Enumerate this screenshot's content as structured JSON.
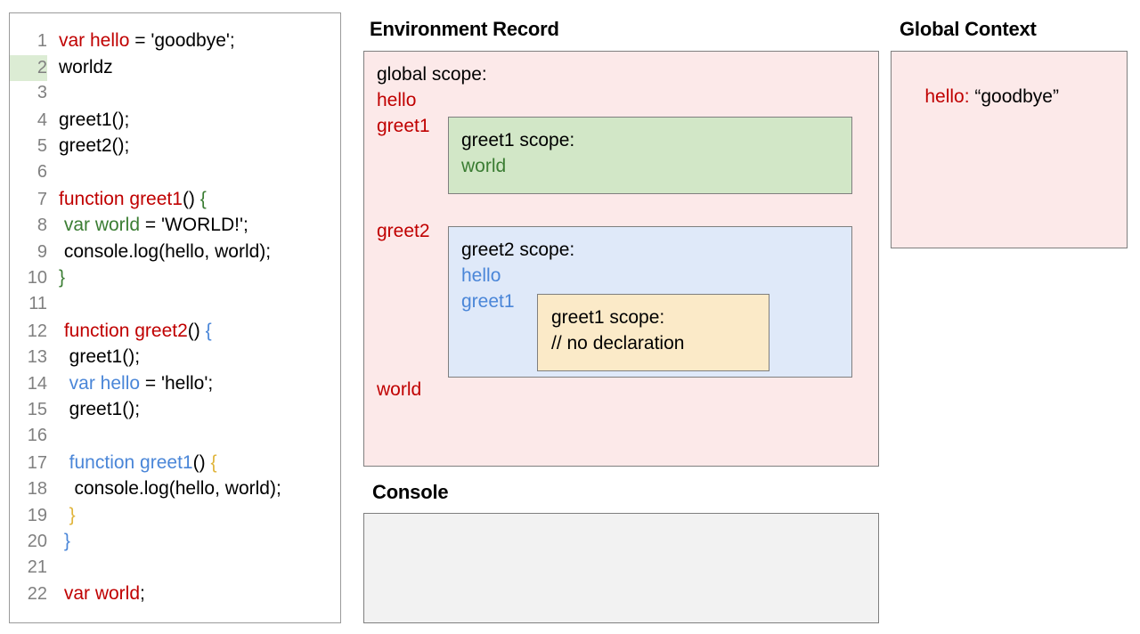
{
  "editor": {
    "lines": [
      {
        "num": "1",
        "highlight": false,
        "tokens": [
          {
            "t": "var hello",
            "c": "red"
          },
          {
            "t": " = 'goodbye';",
            "c": "black"
          }
        ]
      },
      {
        "num": "2",
        "highlight": true,
        "tokens": [
          {
            "t": "worldz",
            "c": "black"
          }
        ]
      },
      {
        "num": "3",
        "highlight": false,
        "tokens": [
          {
            "t": "",
            "c": "black"
          }
        ]
      },
      {
        "num": "4",
        "highlight": false,
        "tokens": [
          {
            "t": "greet1();",
            "c": "black"
          }
        ]
      },
      {
        "num": "5",
        "highlight": false,
        "tokens": [
          {
            "t": "greet2();",
            "c": "black"
          }
        ]
      },
      {
        "num": "6",
        "highlight": false,
        "tokens": [
          {
            "t": "",
            "c": "black"
          }
        ]
      },
      {
        "num": "7",
        "highlight": false,
        "tokens": [
          {
            "t": "function greet1",
            "c": "red"
          },
          {
            "t": "() ",
            "c": "black"
          },
          {
            "t": "{",
            "c": "green"
          }
        ]
      },
      {
        "num": "8",
        "highlight": false,
        "tokens": [
          {
            "t": " var world",
            "c": "green"
          },
          {
            "t": " = 'WORLD!';",
            "c": "black"
          }
        ]
      },
      {
        "num": "9",
        "highlight": false,
        "tokens": [
          {
            "t": " console.log(hello, world);",
            "c": "black"
          }
        ]
      },
      {
        "num": "10",
        "highlight": false,
        "tokens": [
          {
            "t": "}",
            "c": "green"
          }
        ]
      },
      {
        "num": "11",
        "highlight": false,
        "tokens": [
          {
            "t": "",
            "c": "black"
          }
        ]
      },
      {
        "num": "12",
        "highlight": false,
        "tokens": [
          {
            "t": " function greet2",
            "c": "red"
          },
          {
            "t": "() ",
            "c": "black"
          },
          {
            "t": "{",
            "c": "blue"
          }
        ]
      },
      {
        "num": "13",
        "highlight": false,
        "tokens": [
          {
            "t": "  greet1();",
            "c": "black"
          }
        ]
      },
      {
        "num": "14",
        "highlight": false,
        "tokens": [
          {
            "t": "  var hello",
            "c": "blue"
          },
          {
            "t": " = 'hello';",
            "c": "black"
          }
        ]
      },
      {
        "num": "15",
        "highlight": false,
        "tokens": [
          {
            "t": "  greet1();",
            "c": "black"
          }
        ]
      },
      {
        "num": "16",
        "highlight": false,
        "tokens": [
          {
            "t": "",
            "c": "black"
          }
        ]
      },
      {
        "num": "17",
        "highlight": false,
        "tokens": [
          {
            "t": "  function greet1",
            "c": "blue"
          },
          {
            "t": "() ",
            "c": "black"
          },
          {
            "t": "{",
            "c": "yellow"
          }
        ]
      },
      {
        "num": "18",
        "highlight": false,
        "tokens": [
          {
            "t": "   console.log(hello, world);",
            "c": "black"
          }
        ]
      },
      {
        "num": "19",
        "highlight": false,
        "tokens": [
          {
            "t": "  }",
            "c": "yellow"
          }
        ]
      },
      {
        "num": "20",
        "highlight": false,
        "tokens": [
          {
            "t": " }",
            "c": "blue"
          }
        ]
      },
      {
        "num": "21",
        "highlight": false,
        "tokens": [
          {
            "t": "",
            "c": "black"
          }
        ]
      },
      {
        "num": "22",
        "highlight": false,
        "tokens": [
          {
            "t": " var world",
            "c": "red"
          },
          {
            "t": ";",
            "c": "black"
          }
        ]
      }
    ]
  },
  "environment_record": {
    "title": "Environment Record",
    "global_scope_label": "global scope:",
    "bindings": {
      "hello": "hello",
      "greet1": "greet1",
      "greet2": "greet2",
      "world": "world"
    },
    "greet1_scope": {
      "title": "greet1 scope:",
      "binding": "world"
    },
    "greet2_scope": {
      "title": "greet2 scope:",
      "binding_hello": "hello",
      "binding_greet1": "greet1",
      "nested_greet1_scope": {
        "title": "greet1 scope:",
        "note": "// no declaration"
      }
    }
  },
  "global_context": {
    "title": "Global Context",
    "entry_key": "hello:",
    "entry_value": " “goodbye”"
  },
  "console": {
    "title": "Console",
    "output": ""
  },
  "colors": {
    "pink": "#fce9e9",
    "green": "#d2e7c7",
    "blue": "#dfe9f9",
    "yellow": "#fbeac8",
    "console_gray": "#f2f2f2",
    "keyword_red": "#c00000",
    "keyword_green": "#3b7d33",
    "keyword_blue": "#4a86d8",
    "keyword_yellow": "#e0b53c",
    "gutter_highlight": "#dcecd4"
  }
}
